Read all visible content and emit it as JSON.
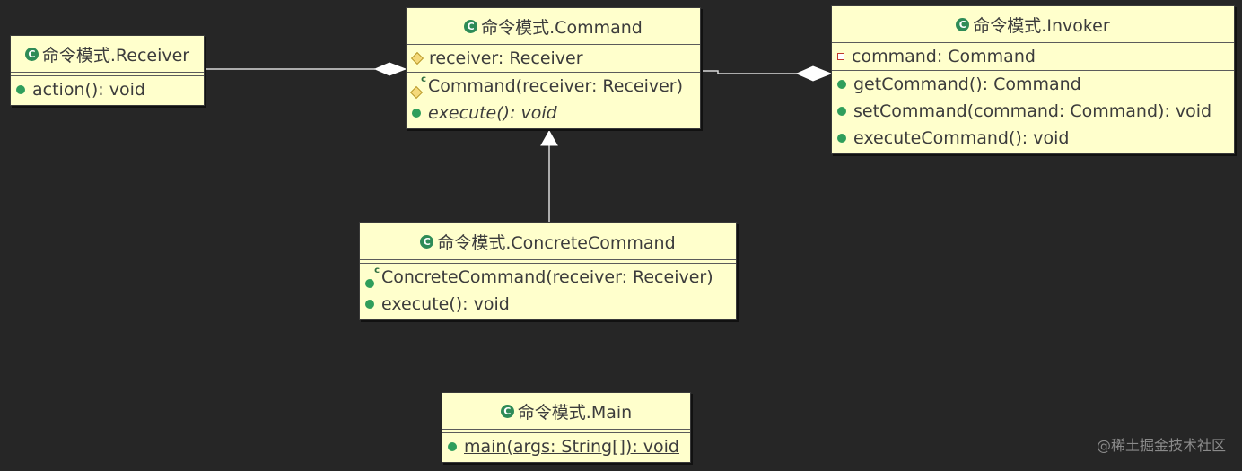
{
  "classes": {
    "receiver": {
      "title": "命令模式.Receiver",
      "methods": [
        "action(): void"
      ]
    },
    "command": {
      "title": "命令模式.Command",
      "fields": [
        "receiver: Receiver"
      ],
      "methods": [
        "Command(receiver: Receiver)",
        "execute(): void"
      ]
    },
    "invoker": {
      "title": "命令模式.Invoker",
      "fields": [
        "command: Command"
      ],
      "methods": [
        "getCommand(): Command",
        "setCommand(command: Command): void",
        "executeCommand(): void"
      ]
    },
    "concrete_command": {
      "title": "命令模式.ConcreteCommand",
      "methods": [
        "ConcreteCommand(receiver: Receiver)",
        "execute(): void"
      ]
    },
    "main": {
      "title": "命令模式.Main",
      "methods": [
        "main(args: String[]): void"
      ]
    }
  },
  "relations": [
    {
      "type": "aggregation",
      "from": "命令模式.Command",
      "to": "命令模式.Receiver"
    },
    {
      "type": "aggregation",
      "from": "命令模式.Invoker",
      "to": "命令模式.Command"
    },
    {
      "type": "generalization",
      "from": "命令模式.ConcreteCommand",
      "to": "命令模式.Command"
    }
  ],
  "icons": {
    "class": "class-icon",
    "public": "public-method-icon",
    "protected": "protected-field-icon",
    "private": "private-field-icon",
    "constructor": "constructor-icon"
  },
  "colors": {
    "background": "#262626",
    "class_fill": "#ffffcc",
    "line": "#d9d9d9"
  },
  "watermark": "@稀土掘金技术社区"
}
